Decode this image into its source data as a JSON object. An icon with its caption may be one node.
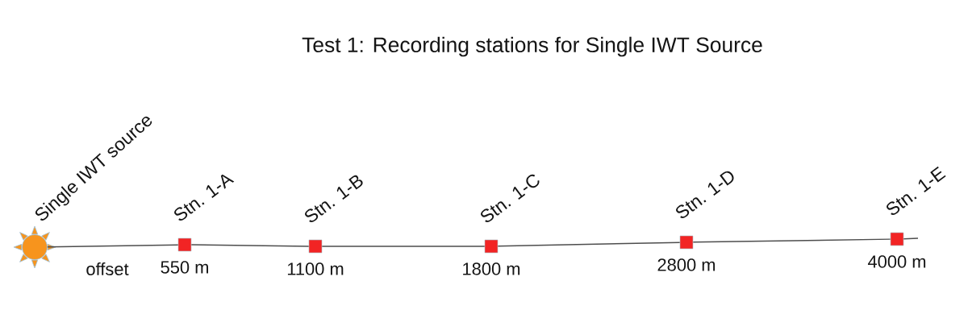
{
  "diagram": {
    "title": "Test 1: Recording stations for Single IWT Source",
    "nodes": [
      {
        "text": [],
        "shape": "sun",
        "beside": [
          "Single IWT source"
        ]
      },
      {
        "text": [],
        "shape": "box",
        "beside": [
          "Stn. 1-A",
          "550 m"
        ]
      },
      {
        "text": [],
        "shape": "box",
        "beside": [
          "Stn. 1-B",
          "1100 m"
        ]
      },
      {
        "text": [],
        "shape": "box",
        "beside": [
          "Stn. 1-C",
          "1800 m"
        ]
      },
      {
        "text": [],
        "shape": "box",
        "beside": [
          "Stn. 1-D",
          "2800 m"
        ]
      },
      {
        "text": [],
        "shape": "box",
        "beside": [
          "Stn. 1-E",
          "4000 m"
        ]
      }
    ],
    "edges": [
      {
        "from": 0,
        "to": 1,
        "arrow": "none"
      },
      {
        "from": 1,
        "to": 2,
        "arrow": "none"
      },
      {
        "from": 2,
        "to": 3,
        "arrow": "none"
      },
      {
        "from": 3,
        "to": 4,
        "arrow": "none"
      },
      {
        "from": 4,
        "to": 5,
        "arrow": "none"
      },
      {
        "from": 5,
        "to": null,
        "arrow": "none"
      }
    ],
    "labels": [
      "offset"
    ]
  }
}
